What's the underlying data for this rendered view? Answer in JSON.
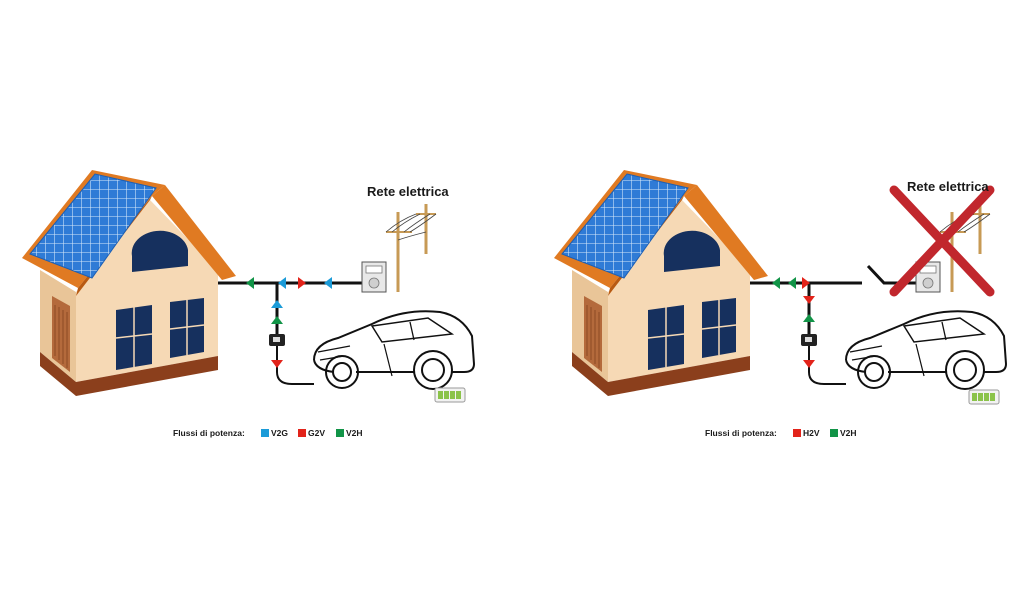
{
  "colors": {
    "v2g": "#1b9bd8",
    "g2v": "#e2231a",
    "h2v": "#e2231a",
    "v2h": "#119447",
    "roof": "#e07a22",
    "wall": "#f6d9b5",
    "wall_shade": "#e9c598",
    "window": "#16305e",
    "base": "#8b3f1c",
    "solar": "#2f7bd6",
    "cross": "#c1272d"
  },
  "scenarios": [
    {
      "grid_label": "Rete elettrica",
      "grid_connected": true,
      "legend": {
        "title": "Flussi di potenza:",
        "items": [
          {
            "label": "V2G",
            "color": "#1b9bd8"
          },
          {
            "label": "G2V",
            "color": "#e2231a"
          },
          {
            "label": "V2H",
            "color": "#119447"
          }
        ]
      }
    },
    {
      "grid_label": "Rete elettrica",
      "grid_connected": false,
      "legend": {
        "title": "Flussi di potenza:",
        "items": [
          {
            "label": "H2V",
            "color": "#e2231a"
          },
          {
            "label": "V2H",
            "color": "#119447"
          }
        ]
      }
    }
  ]
}
